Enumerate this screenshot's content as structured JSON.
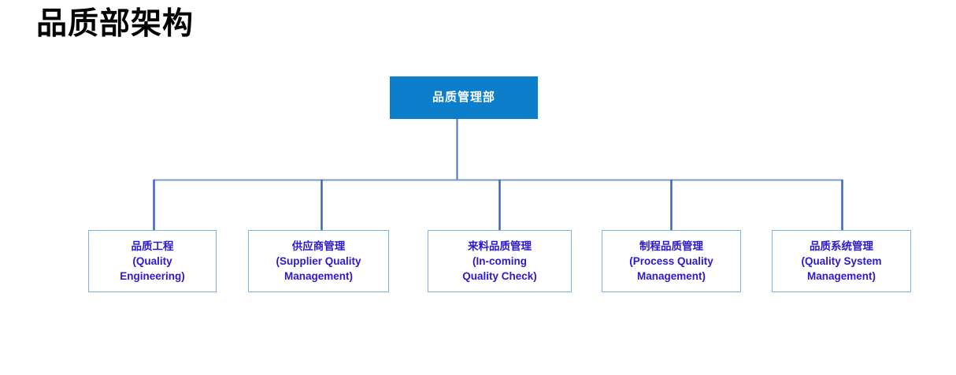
{
  "page": {
    "title": "品质部架构",
    "background_color": "#ffffff"
  },
  "theme": {
    "root_fill": "#0d7fca",
    "root_text_color": "#ffffff",
    "child_border_color": "#7cb1e8",
    "child_fill": "#ffffff",
    "child_text_color": "#2d19cc",
    "connector_color": "#4a6fc0",
    "title_color": "#000000"
  },
  "chart_data": {
    "type": "diagram",
    "diagram_type": "org-chart",
    "title": "品质部架构",
    "orientation": "top-down",
    "levels": 2,
    "root": {
      "id": "quality-management-dept",
      "label": "品质管理部",
      "label_en": "",
      "style": "filled-blue"
    },
    "children": [
      {
        "id": "quality-engineering",
        "label_cn": "品质工程",
        "label_en": "(Quality\nEngineering)",
        "label": "品质工程\n(Quality\nEngineering)"
      },
      {
        "id": "supplier-quality-management",
        "label_cn": "供应商管理",
        "label_en": "(Supplier Quality\nManagement)",
        "label": "供应商管理\n(Supplier Quality\nManagement)"
      },
      {
        "id": "incoming-quality-check",
        "label_cn": "来料品质管理",
        "label_en": "(In-coming\nQuality Check)",
        "label": "来料品质管理\n(In-coming\nQuality Check)"
      },
      {
        "id": "process-quality-management",
        "label_cn": "制程品质管理",
        "label_en": "(Process Quality\nManagement)",
        "label": "制程品质管理\n(Process Quality\nManagement)"
      },
      {
        "id": "quality-system-management",
        "label_cn": "品质系统管理",
        "label_en": "(Quality System\nManagement)",
        "label": "品质系统管理\n(Quality System\nManagement)"
      }
    ],
    "edges": [
      {
        "from": "quality-management-dept",
        "to": "quality-engineering"
      },
      {
        "from": "quality-management-dept",
        "to": "supplier-quality-management"
      },
      {
        "from": "quality-management-dept",
        "to": "incoming-quality-check"
      },
      {
        "from": "quality-management-dept",
        "to": "process-quality-management"
      },
      {
        "from": "quality-management-dept",
        "to": "quality-system-management"
      }
    ]
  }
}
